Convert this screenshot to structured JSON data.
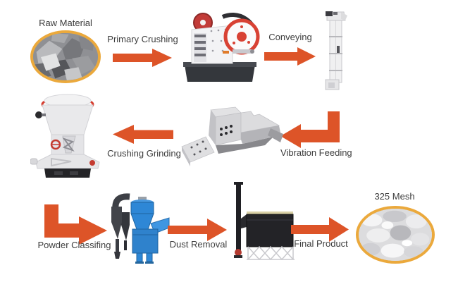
{
  "colors": {
    "background": "#ffffff",
    "arrow": "#dd5428",
    "ring": "#eba93c",
    "text": "#3d3d3d"
  },
  "nodes": {
    "raw_material": {
      "label": "Raw Material",
      "image": "rock-sample-photo"
    },
    "jaw_crusher": {
      "image": "jaw-crusher-machine"
    },
    "bucket_elevator": {
      "image": "bucket-elevator-machine"
    },
    "vibrating_feeder": {
      "image": "vibrating-feeder-machine"
    },
    "grinding_mill": {
      "image": "grinding-mill-machine"
    },
    "powder_classifier": {
      "image": "powder-classifier-machine"
    },
    "dust_collector": {
      "image": "dust-collector-machine"
    },
    "final_product": {
      "label": "325 Mesh",
      "image": "powder-sample-photo"
    }
  },
  "steps": {
    "primary_crushing": "Primary Crushing",
    "conveying": "Conveying",
    "vibration_feeding": "Vibration Feeding",
    "crushing_grinding": "Crushing Grinding",
    "powder_classifying": "Powder Classifing",
    "dust_removal": "Dust Removal",
    "final_product": "Final Product"
  }
}
